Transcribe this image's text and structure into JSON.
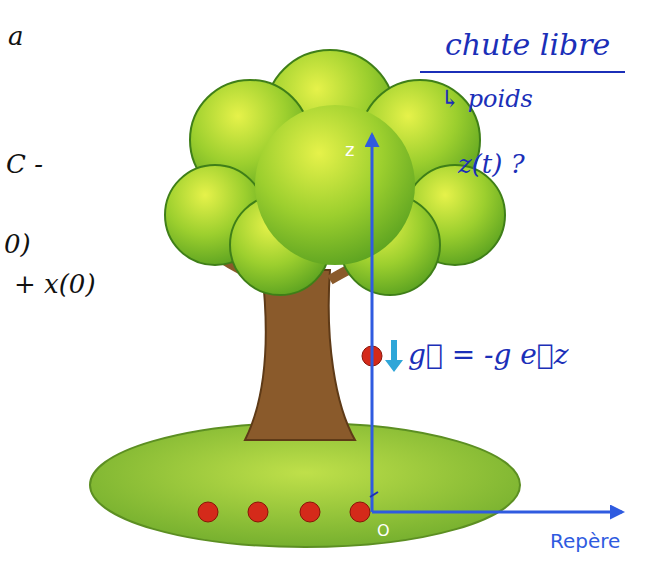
{
  "diagram": {
    "labels": [
      "chute libre",
      "↳ poids",
      "z(t) ?",
      "z",
      "g⃗ = -g e⃗z",
      "O",
      "Repère",
      "a",
      "C -",
      "0)",
      "+ x(0)"
    ]
  }
}
